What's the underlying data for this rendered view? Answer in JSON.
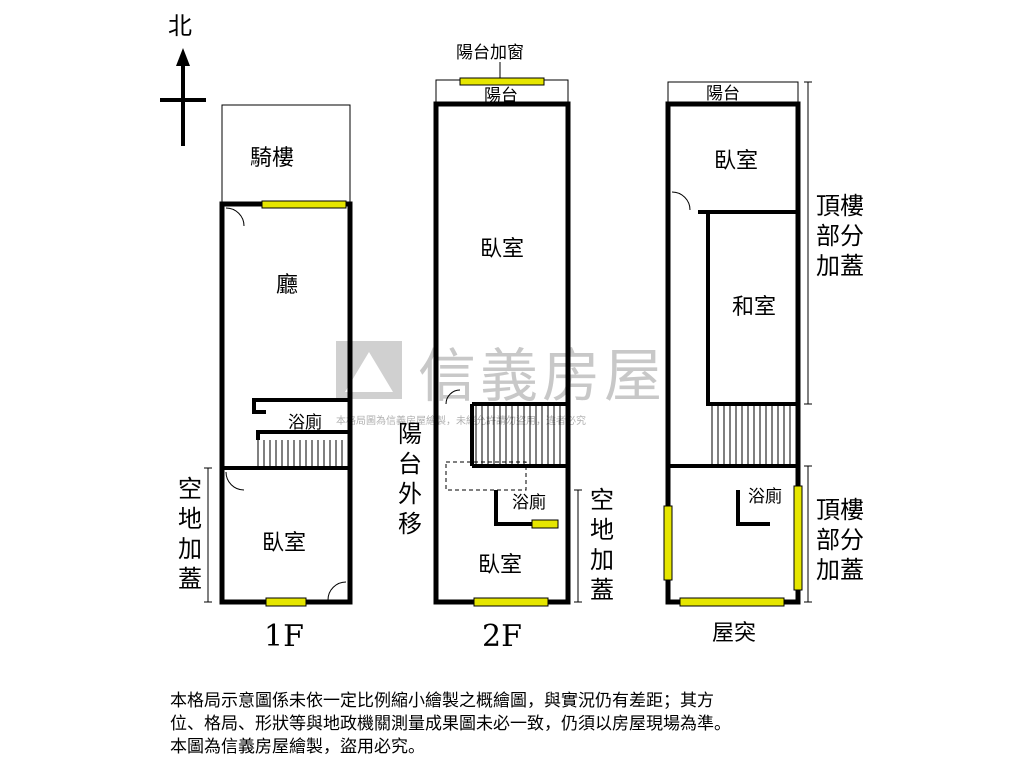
{
  "compass": {
    "north": "北"
  },
  "watermark": {
    "brand": "信義房屋",
    "notice": "本格局圖為信義房屋繪製，未經允許請勿盜用，違者必究"
  },
  "floor_1f": {
    "name": "1F",
    "arcade": "騎樓",
    "hall": "廳",
    "bath": "浴廁",
    "bedroom": "臥室",
    "annex": "空地加蓋"
  },
  "floor_2f": {
    "name": "2F",
    "balcony_window": "陽台加窗",
    "balcony": "陽台",
    "bedroom_main": "臥室",
    "balcony_moved": "陽台外移",
    "bath": "浴廁",
    "bedroom_small": "臥室",
    "annex": "空地加蓋"
  },
  "floor_roof": {
    "name": "屋突",
    "balcony": "陽台",
    "bedroom": "臥室",
    "tatami": "和室",
    "bath": "浴廁",
    "rooftop_addition_upper": "頂樓部分加蓋",
    "rooftop_addition_lower": "頂樓部分加蓋"
  },
  "disclaimer": {
    "line1": "本格局示意圖係未依一定比例縮小繪製之概繪圖，與實況仍有差距；其方",
    "line2": "位、格局、形狀等與地政機關測量成果圖未必一致，仍須以房屋現場為準。",
    "line3": "本圖為信義房屋繪製，盜用必究。"
  },
  "colors": {
    "wall": "#000000",
    "window": "#e6e600",
    "watermark": "#c8c8c8"
  }
}
